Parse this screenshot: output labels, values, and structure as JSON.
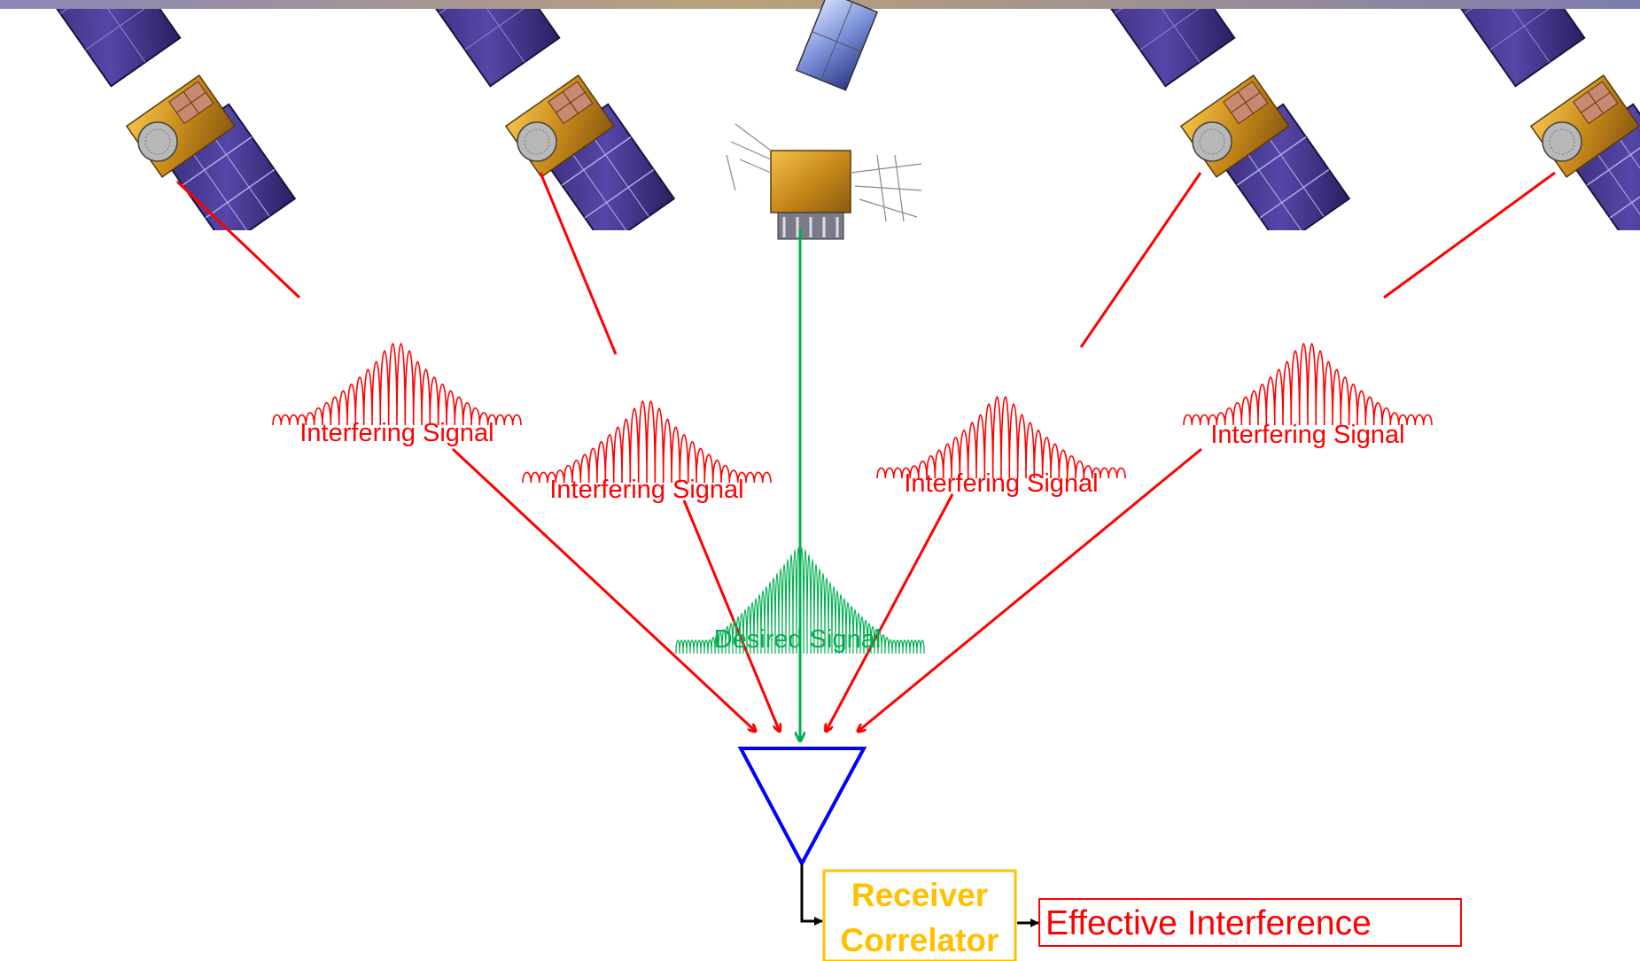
{
  "labels": {
    "interfering_1": "Interfering Signal",
    "interfering_2": "Interfering Signal",
    "interfering_3": "Interfering Signal",
    "interfering_4": "Interfering Signal",
    "desired": "Desired Signal",
    "receiver_line1": "Receiver",
    "receiver_line2": "Correlator",
    "output": "Effective Interference"
  },
  "colors": {
    "interfering": "#ff0000",
    "desired": "#00b050",
    "antenna": "#0000ff",
    "receiver": "#ffc000",
    "output_box": "#ff0000",
    "connector": "#000000"
  }
}
